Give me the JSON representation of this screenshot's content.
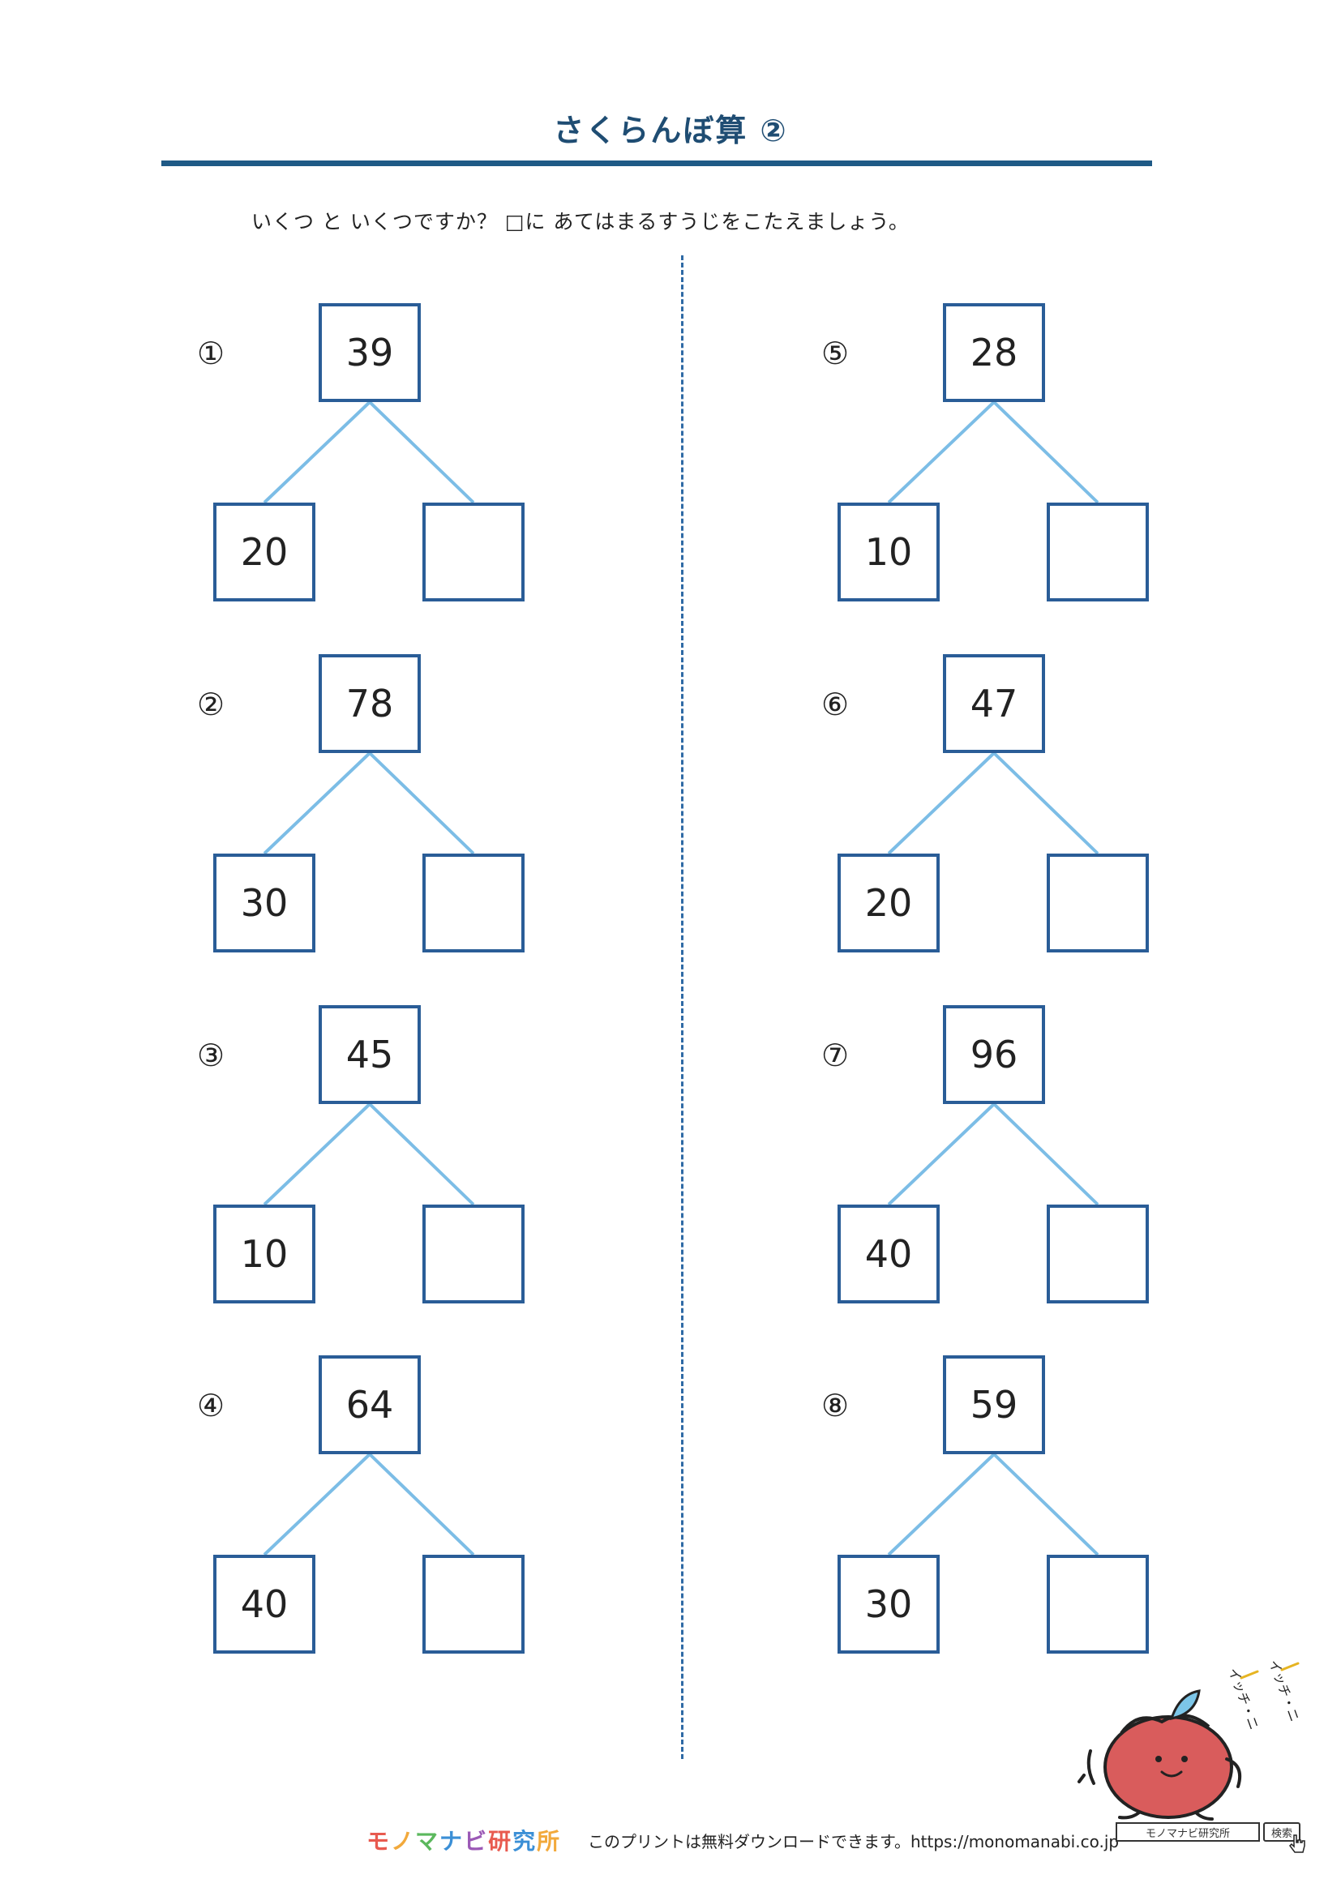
{
  "title": "さくらんぼ算 ②",
  "instruction": "いくつ と いくつですか？ □に あてはまるすうじをこたえましょう。",
  "colors": {
    "title": "#1f4d73",
    "rule": "#1f5a86",
    "box_border": "#2a5d97",
    "line": "#7cbde6",
    "divider": "#2f6aa5"
  },
  "problems": [
    {
      "label": "①",
      "total": "39",
      "part": "20",
      "answer": ""
    },
    {
      "label": "②",
      "total": "78",
      "part": "30",
      "answer": ""
    },
    {
      "label": "③",
      "total": "45",
      "part": "10",
      "answer": ""
    },
    {
      "label": "④",
      "total": "64",
      "part": "40",
      "answer": ""
    },
    {
      "label": "⑤",
      "total": "28",
      "part": "10",
      "answer": ""
    },
    {
      "label": "⑥",
      "total": "47",
      "part": "20",
      "answer": ""
    },
    {
      "label": "⑦",
      "total": "96",
      "part": "40",
      "answer": ""
    },
    {
      "label": "⑧",
      "total": "59",
      "part": "30",
      "answer": ""
    }
  ],
  "footer": {
    "logo_chars": [
      "モ",
      "ノ",
      "マ",
      "ナ",
      "ビ",
      "研",
      "究",
      "所"
    ],
    "logo_colors": [
      "#e85a4f",
      "#f2a93b",
      "#5bb85d",
      "#3b8fd6",
      "#9b59b6",
      "#e85a4f",
      "#3b8fd6",
      "#f2a93b"
    ],
    "text": "このプリントは無料ダウンロードできます。https://monomanabi.co.jp",
    "search_query": "モノマナビ研究所",
    "search_button": "検索"
  },
  "mascot": {
    "icon": "apple-mascot-icon",
    "text1": "イッチ・ニ",
    "text2": "イッチ・ニ"
  }
}
